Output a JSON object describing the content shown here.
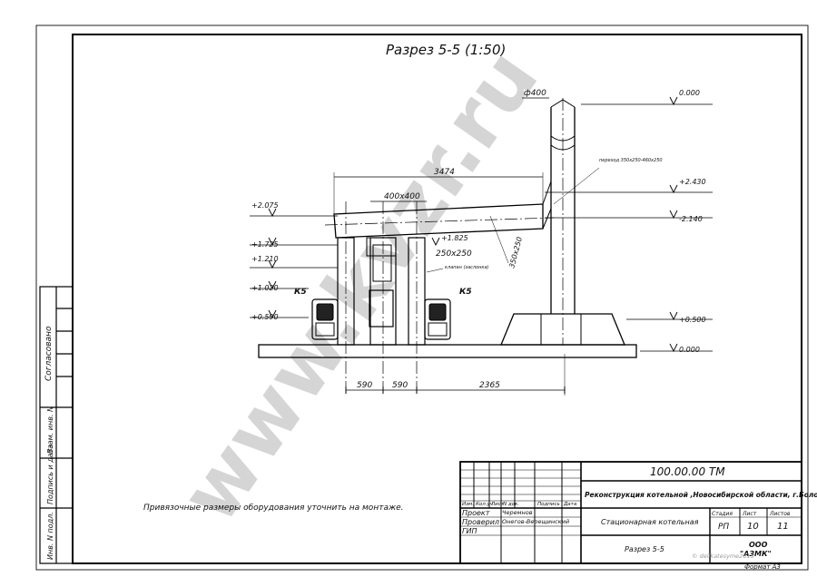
{
  "drawing": {
    "title": "Разрез 5-5 (1:50)",
    "note": "Привязочные размеры оборудования уточнить на монтаже.",
    "watermark": "www.kvzr.ru",
    "elevations": {
      "e_0000_top": "0.000",
      "e_2430": "+2.430",
      "e_2140": "-2.140",
      "e_0500": "+0.500",
      "e_0000_bottom": "0.000",
      "e_2075": "+2.075",
      "e_1725": "+1.725",
      "e_1210": "+1.210",
      "e_1020": "+1.020",
      "e_0590": "+0.590",
      "e_1825": "+1.825"
    },
    "dimensions": {
      "chimney_dia": "ф400",
      "duct_length": "3474",
      "duct_section": "400x400",
      "branch_section": "250x250",
      "riser_section": "350x250",
      "span_1": "590",
      "span_2": "590",
      "span_3": "2365"
    },
    "callouts": {
      "transition": "переход 350x250-460x250",
      "valve": "клапан (заслонка)"
    },
    "equipment_labels": [
      "К5",
      "К5"
    ]
  },
  "side_stamp": {
    "agreed": "Согласовано",
    "replaced_inv": "Взам. инв. N",
    "sign_date": "Подпись и дата",
    "inv_orig": "Инв. N подл."
  },
  "title_block": {
    "code": "100.00.00 ТМ",
    "project_name": "Реконструкция котельной ,Новосибирской области, г.Болотное",
    "headers": [
      "Изм.",
      "Кол.уч",
      "Лист",
      "N док.",
      "Подпись",
      "Дата"
    ],
    "rows": [
      {
        "role": "Проект",
        "name": "Черемнов"
      },
      {
        "role": "Проверил",
        "name": "Онегов-Верещинский"
      },
      {
        "role": "ГИП",
        "name": ""
      }
    ],
    "object_name": "Стационарная котельная",
    "stage_label": "Стадия",
    "sheet_label": "Лист",
    "sheets_label": "Листов",
    "stage": "РП",
    "sheet": "10",
    "sheets": "11",
    "drawing_name": "Разрез 5-5",
    "company_line1": "ООО",
    "company_line2": "\"АЗМК\"",
    "format": "Формат А3",
    "copyright": "© delikatesyme2013"
  }
}
